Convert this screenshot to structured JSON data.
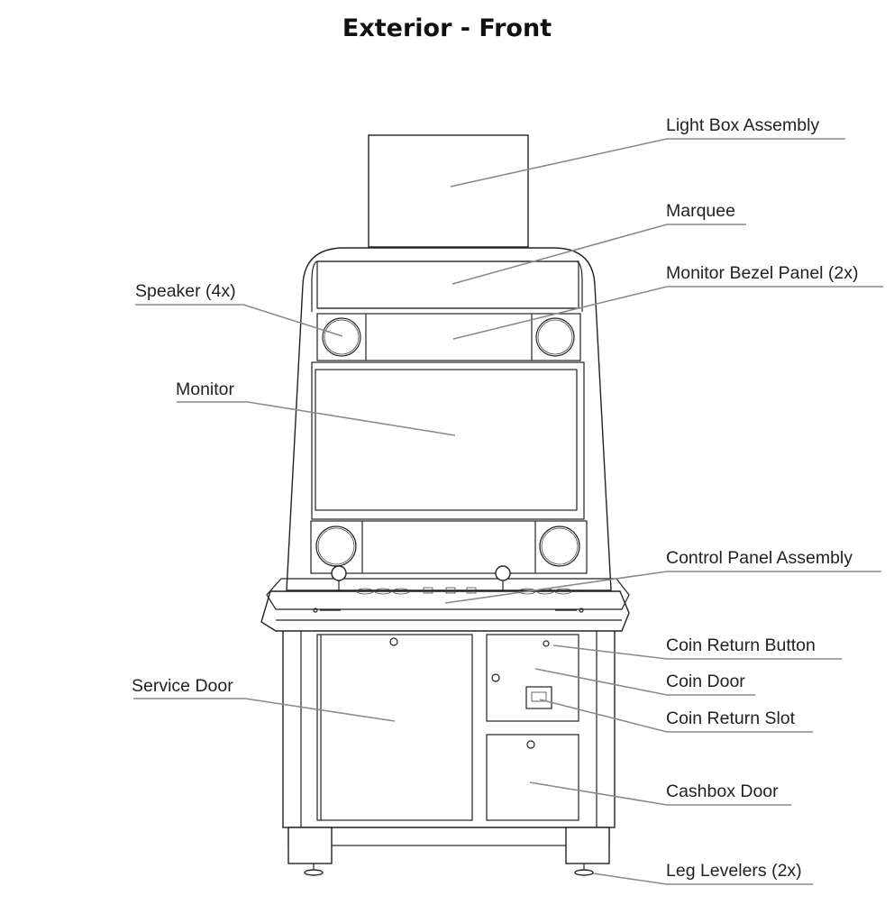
{
  "title": "Exterior - Front",
  "labels": {
    "light_box_assembly": "Light Box Assembly",
    "marquee": "Marquee",
    "monitor_bezel_panel": "Monitor Bezel Panel (2x)",
    "speaker": "Speaker (4x)",
    "monitor": "Monitor",
    "control_panel_assembly": "Control Panel Assembly",
    "coin_return_button": "Coin Return Button",
    "coin_door": "Coin Door",
    "coin_return_slot": "Coin Return Slot",
    "service_door": "Service Door",
    "cashbox_door": "Cashbox Door",
    "leg_levelers": "Leg Levelers (2x)"
  }
}
